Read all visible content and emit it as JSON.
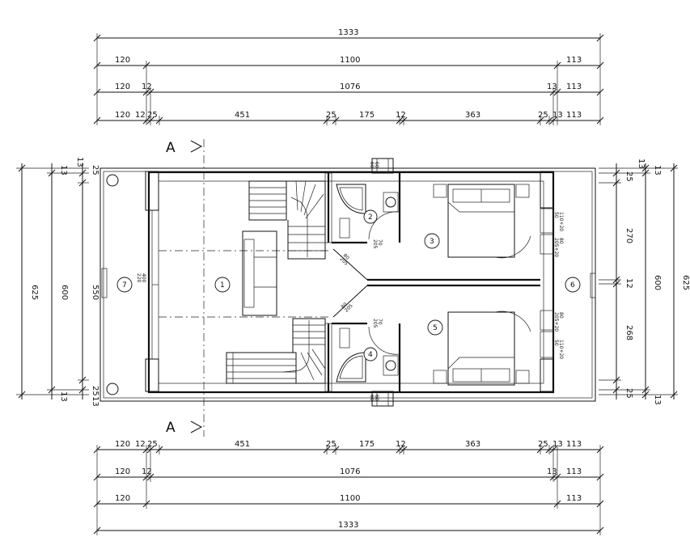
{
  "dimensions": {
    "top": {
      "row1": [
        "1333"
      ],
      "row2": [
        "120",
        "1100",
        "113"
      ],
      "row3": [
        "120",
        "12",
        "1076",
        "13",
        "113"
      ],
      "row4": [
        "120",
        "12",
        "25",
        "451",
        "25",
        "175",
        "12",
        "363",
        "25",
        "13",
        "113"
      ]
    },
    "bottom": {
      "row1": [
        "120",
        "12",
        "25",
        "451",
        "25",
        "175",
        "12",
        "363",
        "25",
        "13",
        "113"
      ],
      "row2": [
        "120",
        "12",
        "1076",
        "13",
        "113"
      ],
      "row3": [
        "120",
        "1100",
        "113"
      ],
      "row4": [
        "1333"
      ]
    },
    "left": {
      "total": "625",
      "inner": "600",
      "interior": "550",
      "top_small_a": "13",
      "top_small_b": "25",
      "top_small_c": "13",
      "bottom_small_a": "13",
      "bottom_small_b": "25",
      "bottom_small_c": "13"
    },
    "right": {
      "total": "625",
      "inner": "600",
      "upper_room": "270",
      "middle": "12",
      "lower_room": "268",
      "top_small_a": "13",
      "top_small_b": "25",
      "top_small_c": "13",
      "bottom_small_a": "25",
      "bottom_small_b": "13"
    }
  },
  "section_labels": {
    "top": "A",
    "bottom": "A"
  },
  "rooms": [
    {
      "number": "1"
    },
    {
      "number": "2"
    },
    {
      "number": "3"
    },
    {
      "number": "4"
    },
    {
      "number": "5"
    },
    {
      "number": "6"
    },
    {
      "number": "7"
    }
  ],
  "openings": {
    "left_terrace": "400\n220",
    "bath_upper": "70\n205",
    "bath_lower": "70\n205",
    "door_diag_upper": "80\n205",
    "door_diag_lower": "80\n205",
    "window_r1_a": "110+20\n50",
    "window_r1_b": "80\n205+20",
    "window_r2_a": "80\n205+20",
    "window_r2_b": "110+20\n50",
    "top_window": "60\n60",
    "bottom_window": "60\n60"
  }
}
